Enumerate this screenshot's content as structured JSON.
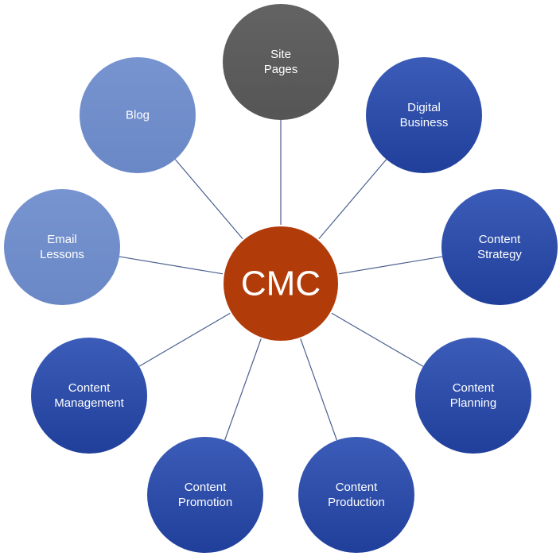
{
  "diagram": {
    "center": {
      "label": "CMC",
      "color": "#b13c0a",
      "border": "#ffffff"
    },
    "connector_color": "#4a5f8f",
    "nodes": [
      {
        "id": "site-pages",
        "lines": [
          "Site",
          "Pages"
        ],
        "color": "#5a5a5a",
        "style": "gray"
      },
      {
        "id": "digital-business",
        "lines": [
          "Digital",
          "Business"
        ],
        "color": "#2e4ea8",
        "style": "dark"
      },
      {
        "id": "content-strategy",
        "lines": [
          "Content",
          "Strategy"
        ],
        "color": "#2e4ea8",
        "style": "dark"
      },
      {
        "id": "content-planning",
        "lines": [
          "Content",
          "Planning"
        ],
        "color": "#2e4ea8",
        "style": "dark"
      },
      {
        "id": "content-production",
        "lines": [
          "Content",
          "Production"
        ],
        "color": "#2e4ea8",
        "style": "dark"
      },
      {
        "id": "content-promotion",
        "lines": [
          "Content",
          "Promotion"
        ],
        "color": "#2e4ea8",
        "style": "dark"
      },
      {
        "id": "content-management",
        "lines": [
          "Content",
          "Management"
        ],
        "color": "#2e4ea8",
        "style": "dark"
      },
      {
        "id": "email-lessons",
        "lines": [
          "Email",
          "Lessons"
        ],
        "color": "#7290cc",
        "style": "light"
      },
      {
        "id": "blog",
        "lines": [
          "Blog"
        ],
        "color": "#7290cc",
        "style": "light"
      }
    ]
  }
}
